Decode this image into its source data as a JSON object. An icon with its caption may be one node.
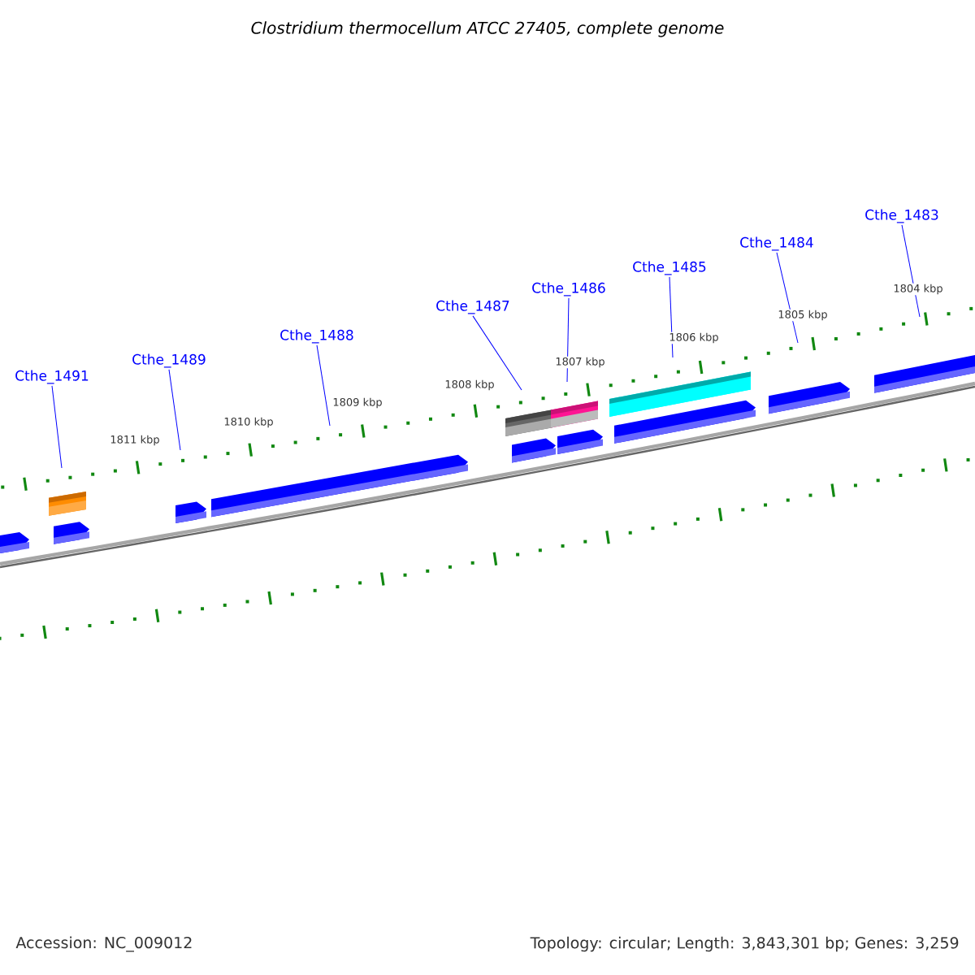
{
  "diagram": {
    "title": "Clostridium thermocellum ATCC 27405, complete genome",
    "nodes": [
      {
        "text": [
          "Cthe_1491"
        ]
      },
      {
        "text": [
          "Cthe_1489"
        ]
      },
      {
        "text": [
          "Cthe_1488"
        ]
      },
      {
        "text": [
          "Cthe_1487"
        ]
      },
      {
        "text": [
          "Cthe_1486"
        ]
      },
      {
        "text": [
          "Cthe_1485"
        ]
      },
      {
        "text": [
          "Cthe_1484"
        ]
      },
      {
        "text": [
          "Cthe_1483"
        ]
      }
    ],
    "edges": [
      {
        "from": 0,
        "to": null,
        "arrow": "none"
      },
      {
        "from": 1,
        "to": null,
        "arrow": "none"
      },
      {
        "from": 2,
        "to": null,
        "arrow": "none"
      },
      {
        "from": 3,
        "to": null,
        "arrow": "none"
      },
      {
        "from": 4,
        "to": null,
        "arrow": "none"
      },
      {
        "from": 5,
        "to": null,
        "arrow": "none"
      },
      {
        "from": 6,
        "to": null,
        "arrow": "none"
      },
      {
        "from": 7,
        "to": null,
        "arrow": "none"
      }
    ],
    "labels": [
      "1811 kbp",
      "1810 kbp",
      "1809 kbp",
      "1808 kbp",
      "1807 kbp",
      "1806 kbp",
      "1805 kbp",
      "1804 kbp",
      "Accession: NC_009012",
      "Topology: circular; Length: 3,843,301 bp; Genes: 3,259"
    ]
  }
}
